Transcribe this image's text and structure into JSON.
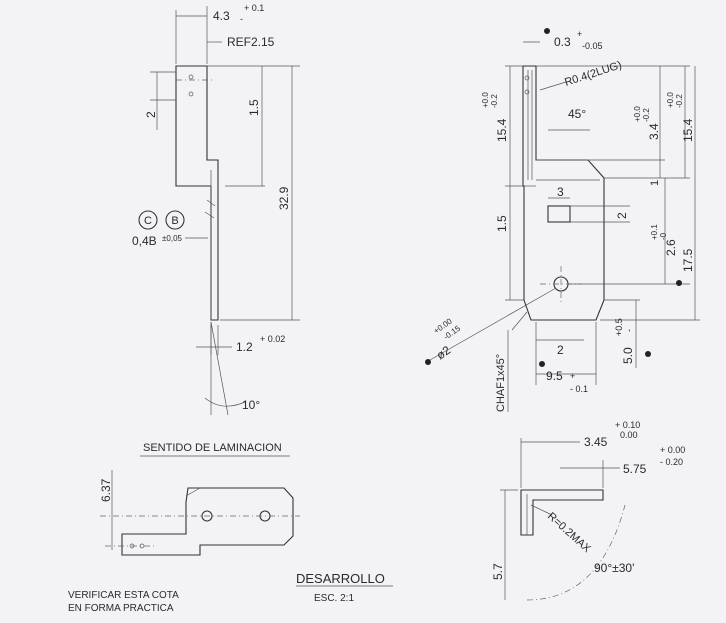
{
  "colors": {
    "ink": "#333333",
    "paper": "#f3f3f5",
    "dot": "#222222"
  },
  "side_view": {
    "dim_top_width": "4.3",
    "dim_top_width_tol": "+ 0.1",
    "dim_top_width_tol2": "-",
    "ref_label": "REF2.15",
    "dim_left_2": "2",
    "dim_1_5": "1.5",
    "dim_32_9": "32.9",
    "circle_c": "C",
    "circle_b": "B",
    "dim_thickness": "0,4B",
    "dim_thickness_tol": "±0,05",
    "dim_1_2": "1.2",
    "dim_1_2_tol": "+ 0.02",
    "dim_angle": "10°"
  },
  "front_view": {
    "dim_0_3": "0.3",
    "dim_0_3_tol": "+",
    "dim_0_3_tol2": "-0.05",
    "radius_label": "R0.4(2LUG)",
    "dim_15_4_left": "15.4",
    "dim_15_4_left_tol_a": "+0.0",
    "dim_15_4_left_tol_b": "-0.2",
    "angle_45": "45°",
    "dim_3_4": "3.4",
    "dim_3_4_tol_a": "+0.0",
    "dim_3_4_tol_b": "-0.2",
    "dim_15_4_right": "15.4",
    "dim_15_4_right_tol_a": "+0.0",
    "dim_15_4_right_tol_b": "-0.2",
    "dim_3": "3",
    "dim_1": "1",
    "dim_2_right": "2",
    "dim_1_5": "1.5",
    "dim_2_6": "2.6",
    "dim_2_6_tol_a": "+0.1",
    "dim_2_6_tol_b": "-0",
    "dim_17_5": "17.5",
    "dim_dia": "ø2",
    "dim_dia_tol_a": "+0.00",
    "dim_dia_tol_b": "-0.15",
    "chamfer": "CHAF1x45°",
    "dim_2_bottom": "2",
    "dim_9_5": "9.5",
    "dim_9_5_tol": "+",
    "dim_9_5_tol2": "- 0.1",
    "dim_5_0": "5.0",
    "dim_5_0_tol": "+0.5",
    "dim_5_0_tol2": "-"
  },
  "development": {
    "label_lamination": "SENTIDO DE LAMINACION",
    "dim_6_37": "6.37",
    "title": "DESARROLLO",
    "scale": "ESC. 2:1",
    "note_line1": "VERIFICAR ESTA COTA",
    "note_line2": "EN FORMA PRACTICA"
  },
  "bend_view": {
    "dim_3_45": "3.45",
    "dim_3_45_tol_a": "+ 0.10",
    "dim_3_45_tol_b": "0.00",
    "dim_5_75": "5.75",
    "dim_5_75_tol_a": "+ 0.00",
    "dim_5_75_tol_b": "- 0.20",
    "radius": "R=0.2MAX",
    "dim_5_7": "5.7",
    "angle": "90°±30'"
  }
}
